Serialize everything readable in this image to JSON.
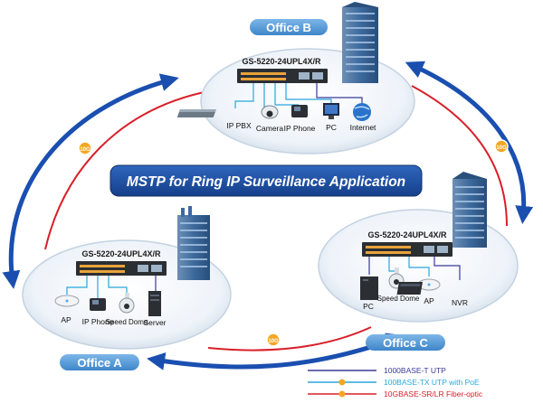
{
  "title": "MSTP for Ring IP Surveillance Application",
  "offices": {
    "b": {
      "label": "Office B",
      "switch_model": "GS-5220-24UPL4X/R",
      "devices": [
        "IP PBX",
        "Camera",
        "IP Phone",
        "PC",
        "Internet"
      ]
    },
    "a": {
      "label": "Office A",
      "switch_model": "GS-5220-24UPL4X/R",
      "devices": [
        "AP",
        "IP Phone",
        "Speed Dome",
        "Server"
      ]
    },
    "c": {
      "label": "Office C",
      "switch_model": "GS-5220-24UPL4X/R",
      "devices": [
        "PC",
        "Speed Dome",
        "AP",
        "NVR"
      ]
    }
  },
  "ring_link_label": "10G",
  "legend": [
    {
      "label": "1000BASE-T UTP",
      "color": "#3a3a9c"
    },
    {
      "label": "100BASE-TX UTP with PoE",
      "color": "#2aa6dc"
    },
    {
      "label": "10GBASE-SR/LR Fiber-optic",
      "color": "#d8202a"
    }
  ],
  "colors": {
    "title_box": "#1b4ea0",
    "office_tag": "#4e9ad8",
    "ring_arrow": "#1a4fb0",
    "fiber": "#d8202a"
  }
}
